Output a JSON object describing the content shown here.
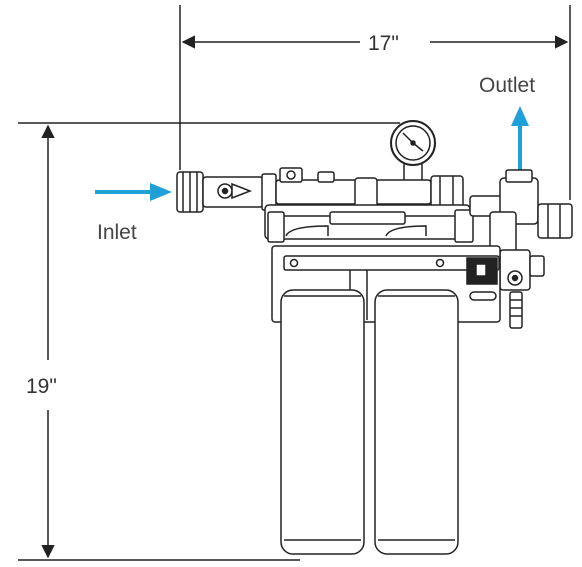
{
  "diagram": {
    "dimensions": {
      "width_label": "17\"",
      "height_label": "19\""
    },
    "flow": {
      "inlet_label": "Inlet",
      "outlet_label": "Outlet"
    },
    "colors": {
      "line": "#222222",
      "flow_arrow": "#1ea0d8",
      "background": "#ffffff"
    }
  }
}
